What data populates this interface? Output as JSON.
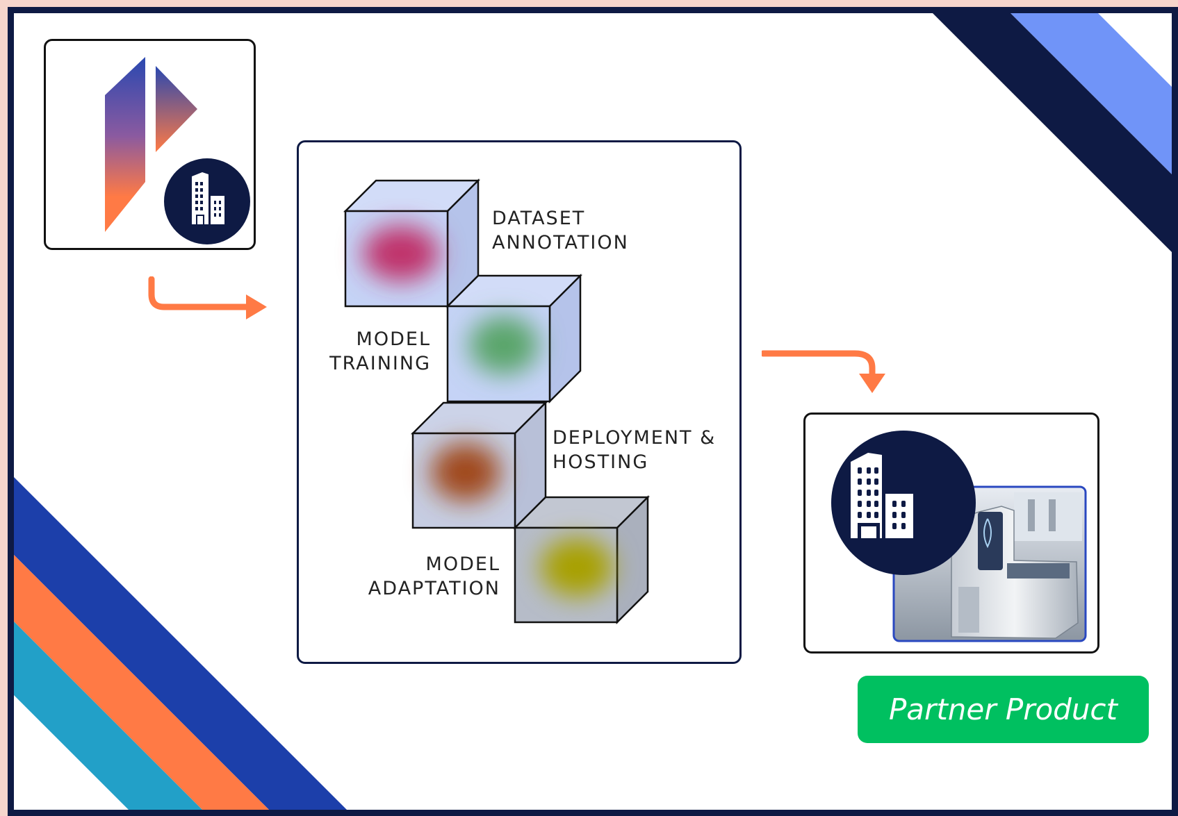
{
  "steps": [
    {
      "id": "dataset-annotation",
      "label": "DATASET\nANNOTATION",
      "color": "#c0306a"
    },
    {
      "id": "model-training",
      "label": "MODEL\nTRAINING",
      "color": "#5aa56a"
    },
    {
      "id": "deployment-hosting",
      "label": "DEPLOYMENT &\nHOSTING",
      "color": "#a04a1c"
    },
    {
      "id": "model-adaptation",
      "label": "MODEL\nADAPTATION",
      "color": "#a8a000"
    }
  ],
  "partner_badge": {
    "label": "Partner Product",
    "color": "#00c060"
  },
  "colors": {
    "navy": "#0e1a44",
    "orange": "#ff7a45",
    "blue_stripe": "#1c3faa",
    "light_blue_stripe": "#7094f8",
    "teal_stripe": "#22a0c8",
    "cube_face": "#c5d3f6",
    "border_bg": "#f6d5cc"
  },
  "icons": [
    "brand-logo-icon",
    "building-icon",
    "arrow-right-icon",
    "arrow-down-icon",
    "machine-photo"
  ]
}
